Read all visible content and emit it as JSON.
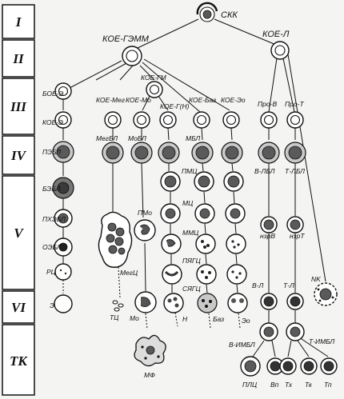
{
  "stages": [
    "I",
    "II",
    "III",
    "IV",
    "V",
    "VI",
    "ТК"
  ],
  "labels": {
    "skk": "СКК",
    "koe_gemm": "КОЕ-ГЭММ",
    "koe_l": "КОЕ-Л",
    "boe_e": "БОЕ-Э",
    "koe_e": "КОЕ-Э",
    "koe_gm": "КОЕ-ГМ",
    "koe_meg": "КОЕ-Мег",
    "koe_mo": "КОЕ-Мо",
    "koe_g_n": "КОЕ-Г(Н)",
    "koe_baz": "КОЕ-Баз",
    "koe_eo": "КОЕ-Эо",
    "pro_b": "Про-В",
    "pro_t": "Про-Т",
    "pebl": "ПЭБЛ",
    "megbl": "МегБЛ",
    "mobl": "МоБЛ",
    "mbl": "МБЛ",
    "v_lbl": "В-ЛБЛ",
    "t_lbl": "Т-ЛБЛ",
    "bebl": "БЭБЛ",
    "pmc": "ПМЦ",
    "phebl": "ПХЭБЛ",
    "mc": "МЦ",
    "nzrv": "нзрВ",
    "nzrt": "нзрТ",
    "pmo": "ПМо",
    "oebl": "ОЭБЛ",
    "mmc": "ММЦ",
    "megc": "МегЦ",
    "pyagc": "ПЯГЦ",
    "rc": "РЦ",
    "syagc": "СЯГЦ",
    "v_l": "В-Л",
    "t_l": "Т-Л",
    "nk": "NK",
    "e": "Э",
    "mo": "Мо",
    "n": "Н",
    "baz": "Баз",
    "eo": "Эо",
    "tc": "ТЦ",
    "v_imbl": "В-ИМБЛ",
    "t_imbl": "Т-ИМБЛ",
    "mf": "МФ",
    "plc": "ПЛЦ",
    "vp": "Вп",
    "tx": "Тх",
    "tk": "Тк",
    "tp": "Тп"
  }
}
